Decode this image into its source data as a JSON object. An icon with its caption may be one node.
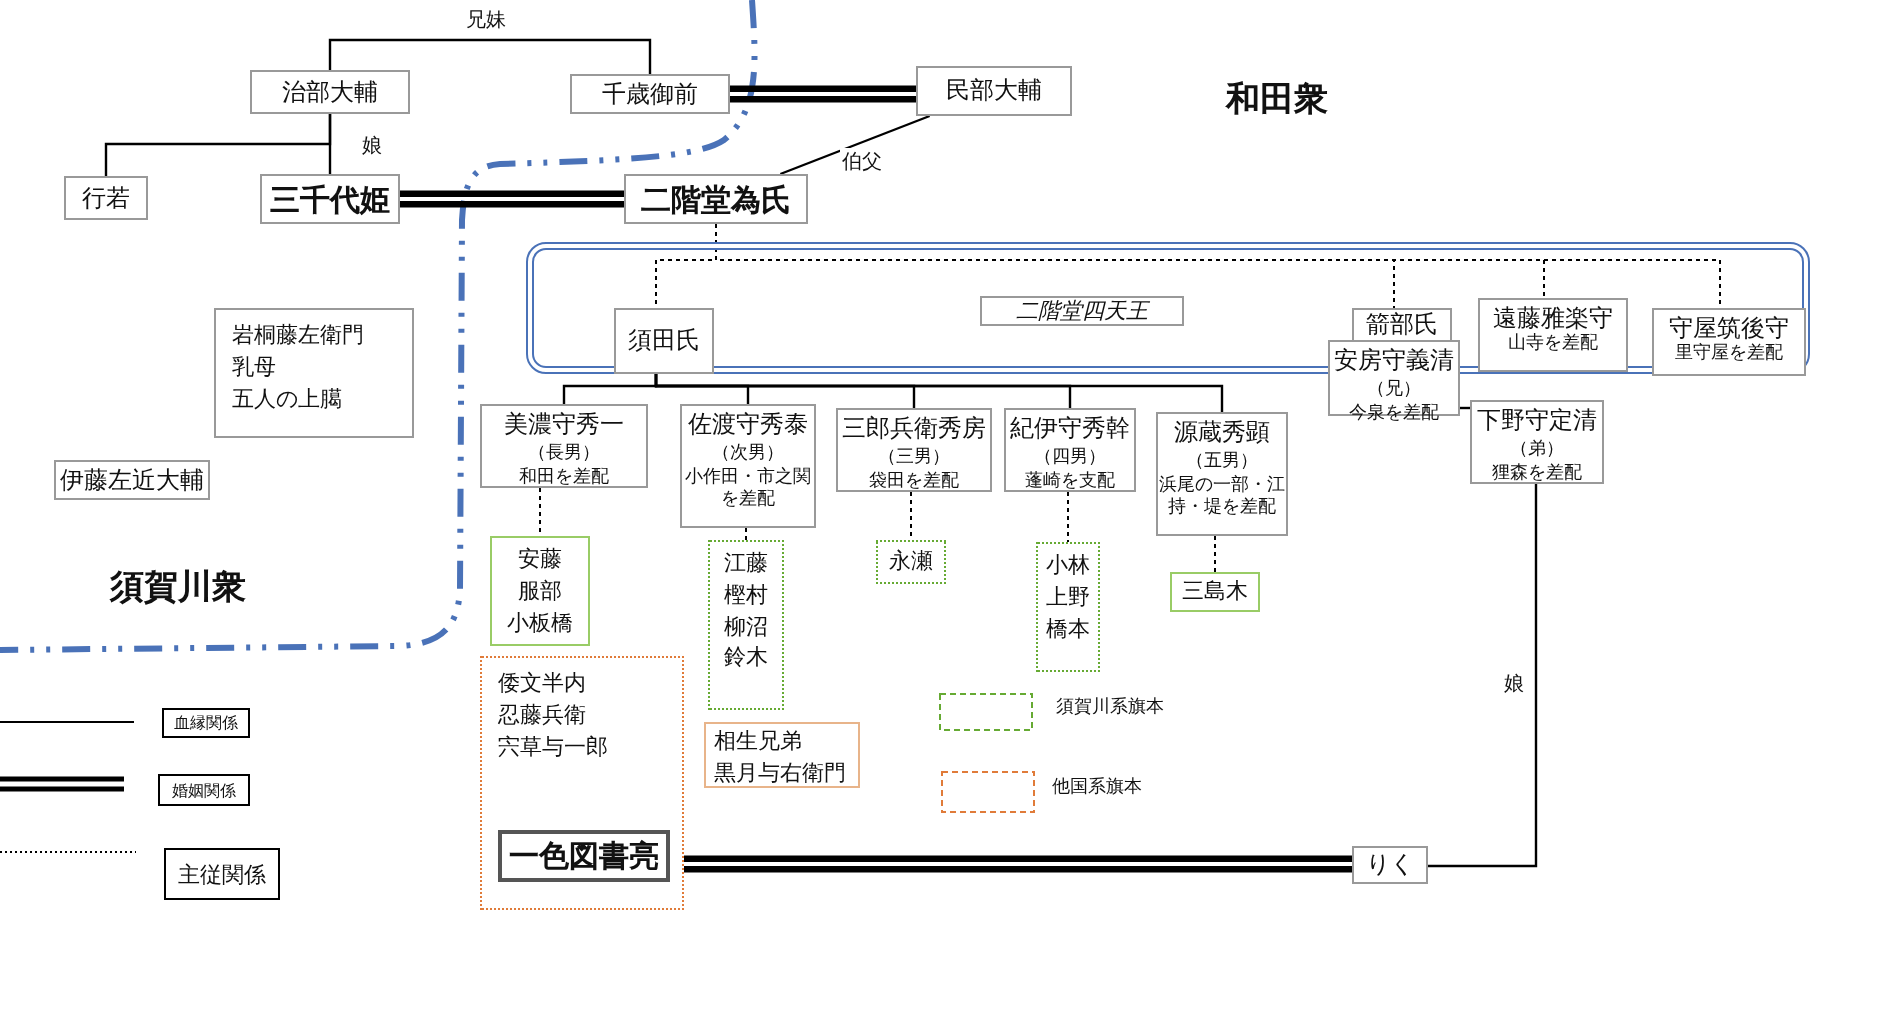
{
  "diagram": {
    "nodes": [
      {
        "text": [
          "治部大輔"
        ]
      },
      {
        "text": [
          "千歳御前"
        ]
      },
      {
        "text": [
          "民部大輔"
        ]
      },
      {
        "text": [
          "行若"
        ]
      },
      {
        "text": [
          "三千代姫"
        ]
      },
      {
        "text": [
          "二階堂為氏"
        ]
      },
      {
        "text": [
          "二階堂四天王"
        ]
      },
      {
        "text": [
          "須田氏"
        ],
        "in": 6
      },
      {
        "text": [
          "箭部氏"
        ],
        "in": 6
      },
      {
        "text": [
          "遠藤雅楽守",
          "山寺を差配"
        ],
        "in": 6
      },
      {
        "text": [
          "守屋筑後守",
          "里守屋を差配"
        ],
        "in": 6
      },
      {
        "text": [
          "安房守義清",
          "（兄）",
          "今泉を差配"
        ]
      },
      {
        "text": [
          "下野守定清",
          "（弟）",
          "狸森を差配"
        ]
      },
      {
        "text": [
          "美濃守秀一",
          "（長男）",
          "和田を差配"
        ]
      },
      {
        "text": [
          "佐渡守秀泰",
          "（次男）",
          "小作田・市之関を差配"
        ]
      },
      {
        "text": [
          "三郎兵衛秀房",
          "（三男）",
          "袋田を差配"
        ]
      },
      {
        "text": [
          "紀伊守秀幹",
          "（四男）",
          "蓬崎を支配"
        ]
      },
      {
        "text": [
          "源蔵秀顕",
          "（五男）",
          "浜尾の一部・江持・堤を差配"
        ]
      },
      {
        "text": [
          "安藤",
          "服部",
          "小板橋"
        ]
      },
      {
        "text": [
          "江藤",
          "樫村",
          "柳沼",
          "鈴木"
        ]
      },
      {
        "text": [
          "永瀬"
        ]
      },
      {
        "text": [
          "小林",
          "上野",
          "橋本"
        ]
      },
      {
        "text": [
          "三島木"
        ]
      },
      {
        "text": [
          "倭文半内",
          "忍藤兵衛",
          "宍草与一郎"
        ]
      },
      {
        "text": [
          "一色図書亮"
        ],
        "in": 23
      },
      {
        "text": [
          "相生兄弟",
          "黒月与右衛門"
        ]
      },
      {
        "text": [
          "りく"
        ]
      },
      {
        "text": [
          "岩桐藤左衛門",
          "乳母",
          "五人の上臈"
        ]
      },
      {
        "text": [
          "伊藤左近大輔"
        ]
      }
    ],
    "edges": [
      {
        "from": 0,
        "to": 1,
        "arrow": "none",
        "label": "兄妹"
      },
      {
        "from": 0,
        "to": 3,
        "arrow": "none"
      },
      {
        "from": 0,
        "to": 4,
        "arrow": "none",
        "label": "娘"
      },
      {
        "from": 1,
        "to": 2,
        "arrow": "none",
        "style": "thick"
      },
      {
        "from": 2,
        "to": 5,
        "arrow": "none",
        "label": "伯父"
      },
      {
        "from": 4,
        "to": 5,
        "arrow": "none",
        "style": "thick"
      },
      {
        "from": 5,
        "to": 7,
        "arrow": "none",
        "style": "dashed"
      },
      {
        "from": 5,
        "to": 8,
        "arrow": "none",
        "style": "dashed"
      },
      {
        "from": 5,
        "to": 9,
        "arrow": "none",
        "style": "dashed"
      },
      {
        "from": 5,
        "to": 10,
        "arrow": "none",
        "style": "dashed"
      },
      {
        "from": 7,
        "to": 13,
        "arrow": "none"
      },
      {
        "from": 7,
        "to": 14,
        "arrow": "none"
      },
      {
        "from": 7,
        "to": 15,
        "arrow": "none"
      },
      {
        "from": 7,
        "to": 16,
        "arrow": "none"
      },
      {
        "from": 7,
        "to": 17,
        "arrow": "none"
      },
      {
        "from": 11,
        "to": 12,
        "arrow": "none"
      },
      {
        "from": 13,
        "to": 18,
        "arrow": "none",
        "style": "dashed"
      },
      {
        "from": 14,
        "to": 19,
        "arrow": "none",
        "style": "dashed"
      },
      {
        "from": 15,
        "to": 20,
        "arrow": "none",
        "style": "dashed"
      },
      {
        "from": 16,
        "to": 21,
        "arrow": "none",
        "style": "dashed"
      },
      {
        "from": 17,
        "to": 22,
        "arrow": "none",
        "style": "dashed"
      },
      {
        "from": 12,
        "to": 26,
        "arrow": "none",
        "label": "娘"
      },
      {
        "from": 24,
        "to": 26,
        "arrow": "none",
        "style": "thick"
      }
    ],
    "labels": [
      "和田衆",
      "須賀川衆"
    ],
    "legend": [
      {
        "text": "血縁関係"
      },
      {
        "text": "婚姻関係"
      },
      {
        "text": "主従関係"
      },
      {
        "text": "須賀川系旗本"
      },
      {
        "text": "他国系旗本"
      }
    ]
  }
}
